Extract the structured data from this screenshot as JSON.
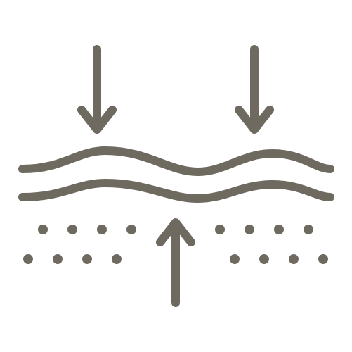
{
  "icon": {
    "name": "skin-layers-icon",
    "color": "#6e6a60",
    "background": "#ffffff",
    "description_elements": [
      "down-arrow-icon",
      "down-arrow-icon",
      "wave-line",
      "wave-line",
      "up-arrow-icon",
      "dot-grid"
    ]
  }
}
